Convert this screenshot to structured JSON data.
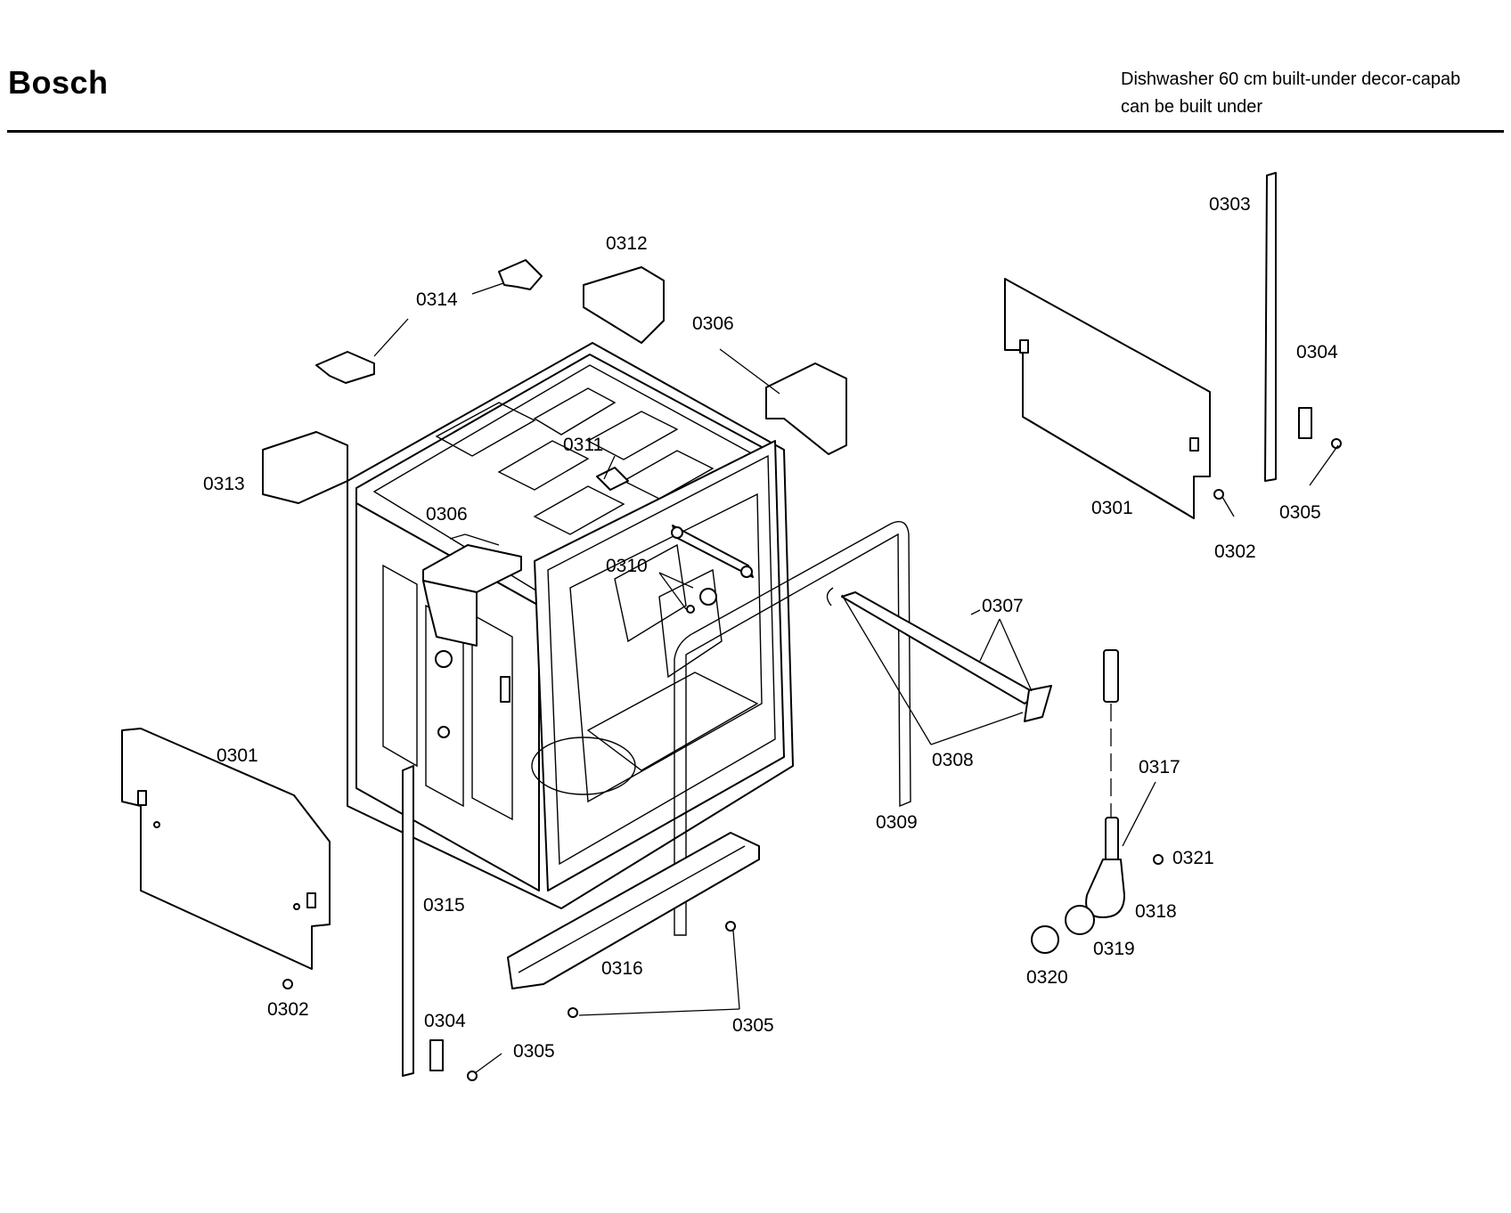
{
  "header": {
    "brand": "Bosch",
    "subtitle_line1": "Dishwasher 60 cm built-under decor-capab",
    "subtitle_line2": "can be built under"
  },
  "callouts": {
    "c0301_left": "0301",
    "c0301_right": "0301",
    "c0302_left": "0302",
    "c0302_right": "0302",
    "c0303": "0303",
    "c0304_left": "0304",
    "c0304_right": "0304",
    "c0305_bottom_left": "0305",
    "c0305_bottom_mid": "0305",
    "c0305_right": "0305",
    "c0306_top": "0306",
    "c0306_left": "0306",
    "c0307": "0307",
    "c0308": "0308",
    "c0309": "0309",
    "c0310": "0310",
    "c0311": "0311",
    "c0312": "0312",
    "c0313": "0313",
    "c0314": "0314",
    "c0315": "0315",
    "c0316": "0316",
    "c0317": "0317",
    "c0318": "0318",
    "c0319": "0319",
    "c0320": "0320",
    "c0321": "0321"
  }
}
